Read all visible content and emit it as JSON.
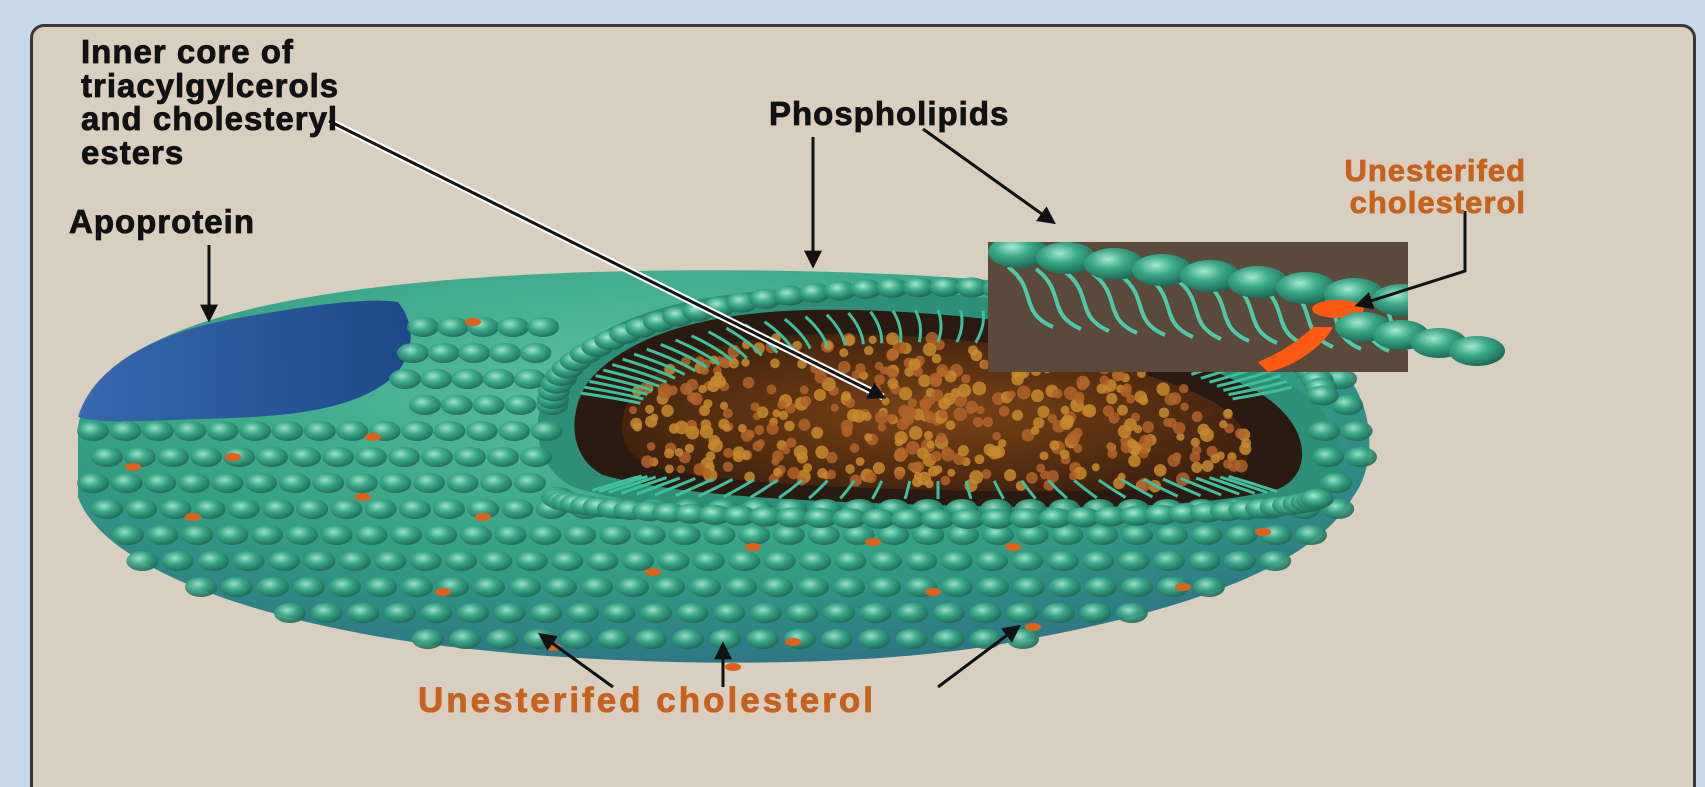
{
  "labels": {
    "inner_core": [
      "Inner core of",
      "triacylgylcerols",
      "and cholesteryl",
      "esters"
    ],
    "phospholipids": "Phospholipids",
    "apoprotein": "Apoprotein",
    "unesterified_top": [
      "Unesterifed",
      "cholesterol"
    ],
    "unesterified_bottom": "Unesterifed cholesterol"
  },
  "colors": {
    "shell": "#3fa98a",
    "shell_dark": "#1f6f5f",
    "apoprotein": "#244f9a",
    "core": "#6b3a18",
    "core_droplet": "#c78a2e",
    "cholesterol": "#e0601c",
    "label_orange": "#c4621e",
    "background": "#d9cfc1"
  }
}
